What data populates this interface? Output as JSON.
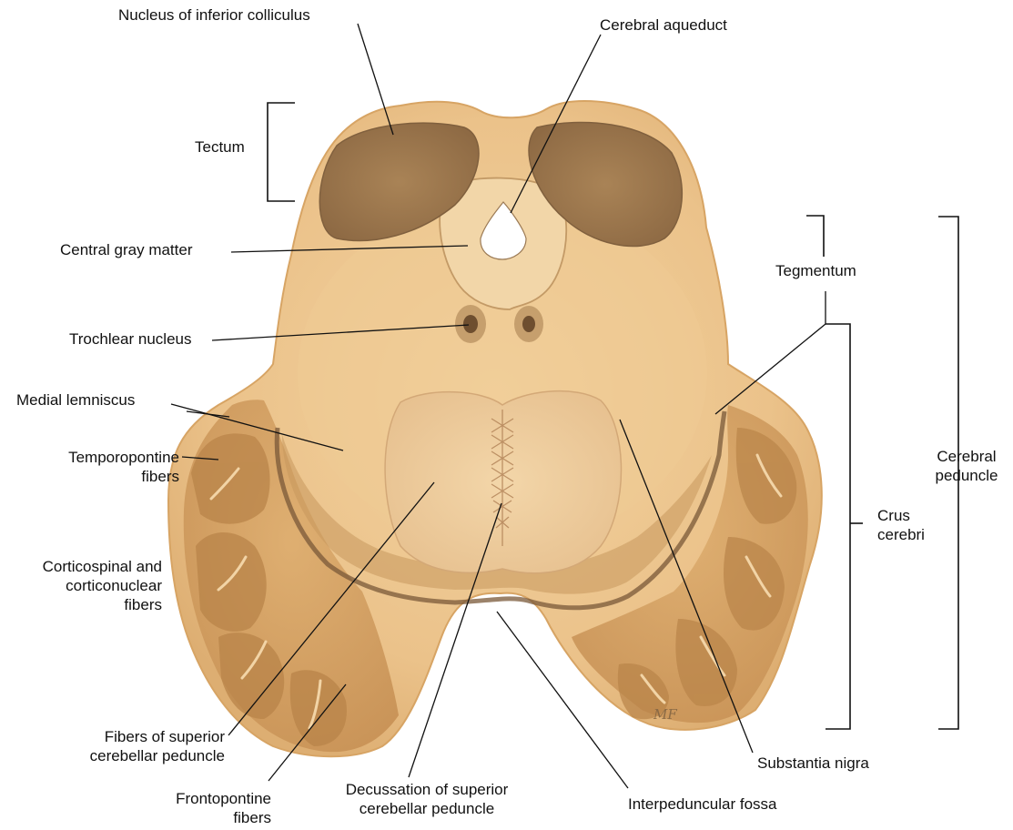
{
  "labels": {
    "nucleus_inferior_colliculus": "Nucleus of inferior colliculus",
    "cerebral_aqueduct": "Cerebral aqueduct",
    "tectum": "Tectum",
    "central_gray_matter": "Central gray matter",
    "tegmentum": "Tegmentum",
    "trochlear_nucleus": "Trochlear nucleus",
    "medial_lemniscus": "Medial lemniscus",
    "temporopontine_fibers": [
      "Temporopontine",
      "fibers"
    ],
    "cerebral_peduncle": [
      "Cerebral",
      "peduncle"
    ],
    "crus_cerebri": [
      "Crus",
      "cerebri"
    ],
    "corticospinal_corticonuclear": [
      "Corticospinal and",
      "corticonuclear",
      "fibers"
    ],
    "fibers_superior_cerebellar_peduncle": [
      "Fibers of superior",
      "cerebellar peduncle"
    ],
    "frontopontine_fibers": [
      "Frontopontine",
      "fibers"
    ],
    "decussation_superior_cerebellar_peduncle": [
      "Decussation of superior",
      "cerebellar peduncle"
    ],
    "interpeduncular_fossa": "Interpeduncular fossa",
    "substantia_nigra": "Substantia nigra"
  },
  "signature": "MF",
  "colors": {
    "tissue": "#E9BE86",
    "tissue_edge": "#CF9C5C",
    "colliculus": "#A27A4F",
    "tract": "#C89558",
    "nigra_edge": "#6E5035",
    "aqueduct": "#FFFFFF",
    "leader": "#111111"
  }
}
